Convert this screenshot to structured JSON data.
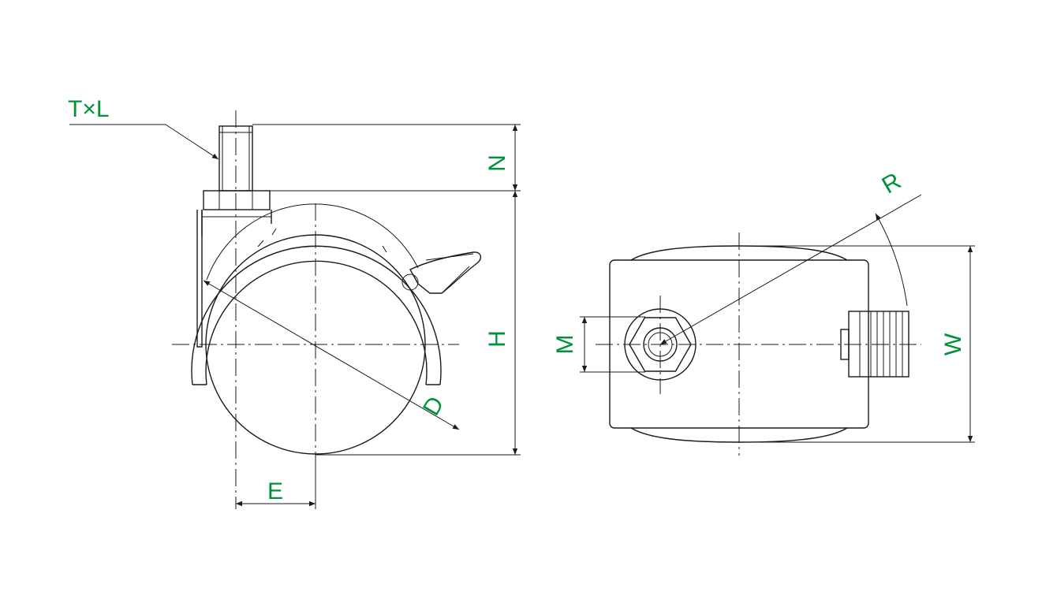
{
  "labels": {
    "thread": "T×L",
    "n": "N",
    "h": "H",
    "d": "D",
    "e": "E",
    "m": "M",
    "r": "R",
    "w": "W"
  },
  "colors": {
    "label": "#00913a",
    "line": "#1a1a1a",
    "background": "#ffffff"
  }
}
